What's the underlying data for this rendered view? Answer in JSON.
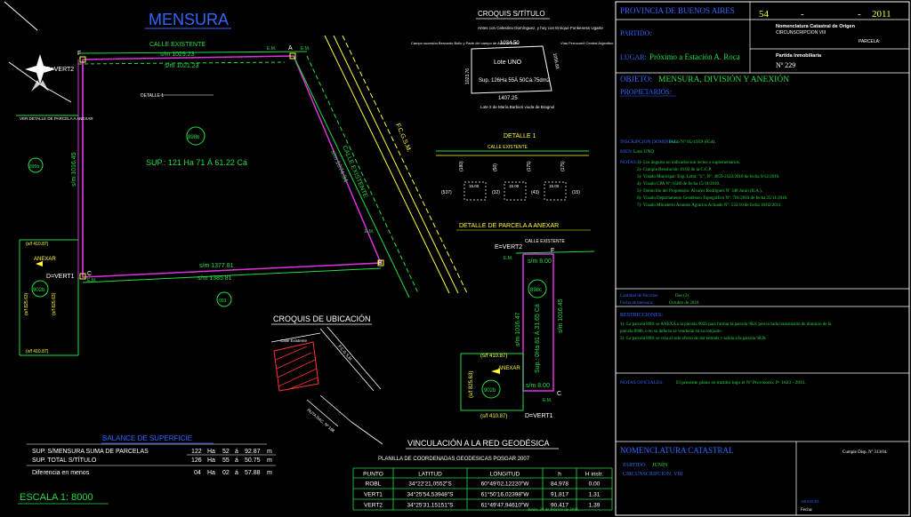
{
  "plan": {
    "title": "MENSURA",
    "street_top": "CALLE EXISTENTE",
    "dim_top_1": "s/m 1029.23",
    "dim_top_2": "s/m 1021.23",
    "dim_bottom_1": "s/m 1377.81",
    "dim_bottom_2": "s/m 1385.81",
    "dim_right_1": "s/m 1074.34",
    "dim_right_street": "CALLE EXISTENTE",
    "dim_left": "s/m 1016.45",
    "fcgb": "F.C.G.S.M.",
    "surface": "SUP.: 121 Ha 71 Á 61.22 Cá",
    "parcel_main": "898b",
    "parcel_left": "895b",
    "parcel_bottom": "903",
    "parcel_902b": "902b",
    "vertex_a": "A",
    "vertex_b": "B",
    "vertex_c": "C",
    "vertex_d": "D=VERT1",
    "vertex_e": "E=VERT2",
    "vertex_f": "F",
    "em": "E.M.",
    "anexar": "ANEXAR",
    "detalle_1_tag": "DETALLE 1",
    "see_detail": "VER DETALLE DE PARCELA A ANEXAR",
    "left_dim_1": "(s/f 410.87)",
    "left_dim_2": "(s/f 825.63)",
    "left_dim_3": "(s/f 825.63)",
    "left_dim_4": "(s/f 410.87)"
  },
  "croquis_titulo": {
    "title": "CROQUIS S/TÍTULO",
    "top_note": "Antes con Celestino Domínguez, y hoy con Enrique Fonkeness Ugarte",
    "left_note": "Campo sucesión Bernardo Bollo y Parte del campo de Antonio Bollo",
    "right_note": "Vías Ferrocarril Central Argentino",
    "bottom_note": "Lote 2 de María Barbieri viuda de Bragnol",
    "lote": "Lote UNO",
    "sup": "Sup. 126Ha 55Á 50Cá.75dm2",
    "dim_top": "1034.50",
    "dim_bottom": "1407.25",
    "dim_left": "1023.76",
    "dim_right": "1056.83"
  },
  "detalle_1": {
    "title": "DETALLE 1",
    "street": "CALLE EXISTENTE",
    "labels": [
      "(537)",
      "(32)",
      "(43)",
      "(15)"
    ],
    "vals": [
      "(180)",
      "(50)",
      "(175)",
      "(175)"
    ],
    "nums": [
      "15.00",
      "15.00",
      "15.00"
    ]
  },
  "detalle_anexar": {
    "title": "DETALLE DE PARCELA A ANEXAR",
    "street": "CALLE EXISTENTE",
    "parcel": "898c",
    "parcel_902b": "902b",
    "dim_top": "s/m 8.00",
    "dim_bottom": "s/m 8.00",
    "dim_left": "s/m 1016.47",
    "dim_right": "s/m 1016.45",
    "sup": "Sup.: 0Ha 81 Á 31.65 Cá",
    "left_1": "(s/f 410.87)",
    "left_2": "(s/f 825.63)",
    "left_3": "(s/f 410.87)",
    "anexar": "ANEXAR",
    "vertex_e": "E=VERT2",
    "vertex_d": "D=VERT1",
    "vertex_c": "C",
    "vertex_f": "F",
    "em": "E.M."
  },
  "ubicacion": {
    "title": "CROQUIS DE UBICACIÓN",
    "calle": "Calle Existente",
    "ruta": "RUTA NAC. Nº 188",
    "fcgsm": "F.C.G.S.M."
  },
  "balance": {
    "title": "BALANCE DE SUPERFICIE",
    "rows": [
      {
        "label": "SUP. S/MENSURA SUMA DE PARCELAS",
        "ha": "122",
        "a": "52",
        "ca": "92.87"
      },
      {
        "label": "SUP. TOTAL S/TÍTULO",
        "ha": "126",
        "a": "55",
        "ca": "50.75"
      },
      {
        "label": "Diferencia en menos",
        "ha": "04",
        "a": "02",
        "ca": "57.88"
      }
    ],
    "u_ha": "Ha",
    "u_a": "á",
    "u_m": "m",
    "escala": "ESCALA 1: 8000"
  },
  "geodesia": {
    "title": "VINCULACIÓN A LA RED GEODÉSICA",
    "subtitle": "PLANILLA DE COORDENADAS GEODESICAS POSGAR 2007",
    "headers": [
      "PUNTO",
      "LATITUD",
      "LONGITUD",
      "h",
      "H instr."
    ],
    "rows": [
      [
        "ROBL",
        "34°22'21,0552\"S",
        "60°49'02,12220\"W",
        "84,978",
        "0,00"
      ],
      [
        "VERT1",
        "34°25'54,53948\"S",
        "61°50'16,02398\"W",
        "91,817",
        "1,31"
      ],
      [
        "VERT2",
        "34°25'31,15151\"S",
        "61°49'47,94610\"W",
        "90,417",
        "1,39"
      ]
    ],
    "fecha_firma": "Junín, 24 de febrero de 2011."
  },
  "panel": {
    "provincia": "PROVINCIA DE BUENOS AIRES",
    "num_1": "54",
    "num_sep": "-",
    "num_sep2": "-",
    "num_year": "2011",
    "nom_origen": "Nomenclatura Catastral de Origen",
    "circ": "CIRCUNSCRIPCION VIII",
    "parcela": "PARCELA:",
    "partido_label": "PARTIDO:",
    "lugar_label": "LUGAR:",
    "lugar": "Próximo a Estación A. Roca",
    "partida_label": "Partida Inmobiliaria",
    "partida": "Nº 229",
    "objeto_label": "OBJETO:",
    "objeto": "MENSURA, DIVISIÓN Y ANEXIÓN",
    "propietarios": "PROPIETARIOS:",
    "inscripcion_label": "INSCRIPCION DOMINIAL:",
    "inscripcion": "Folio Nº 95/1959 (054).",
    "bien_label": "BIEN:",
    "bien": "Lote UNO",
    "notas_label": "NOTAS:",
    "notas": [
      "1)- Los ángulos no indicados son rectos o suplementarios.",
      "2)- Cumple Resolución 16/92 de la C.C.P.",
      "3)- Visado Municipal: Exp. Letra: \"L\", Nº: 4059-2522/2010 de fecha 9/12/2010.",
      "4)- Visado CPA Nº: 6580 de fecha 15/11/2010.",
      "5)- Domicilio del Propietario: Alvarez Rodriguez Nº 348 Junín (B.A.).",
      "6)- Visado Departamento Geodésico Topográfico Nº: 701/2010 de fecha 25/11/2010.",
      "7)- Visado Ministerio Asuntos Agrarios Actuado Nº: 532/10 de fecha 18/02/2011."
    ],
    "cantidad_label": "Cantidad de Parcelas:",
    "cantidad": "Dos (2)",
    "fecha_mensura_label": "Fecha de mensura:",
    "fecha_mensura": "Octubre de 2010.",
    "restricciones_label": "RESTRICCIONES:",
    "restricciones": [
      "1)- La parcela 898c se ANEXA a la parcela 902b para formar la parcela 902c previo toda transmisión de dominio de la",
      "     parcela 898b, o en su defecto se venderán en su conjunto.",
      "2)- La parcela 898c se crea al solo efecto de dar entrada y salida a la parcela 902b."
    ],
    "notas_oficiales_label": "NOTAS OFICIALES:",
    "notas_oficiales": "El presente plano se tramitó bajo el Nº Provisorio: P- 1623 - 2011.",
    "nom_catastral": "NOMENCLATURA CATASTRAL",
    "partido_2_label": "PARTIDO:",
    "partido_2": "JUNÍN",
    "circ_2": "CIRCUNSCRIPCION: VIII",
    "cumple": "Cumple Disp. Nº 313/04.",
    "aranceles": "ARANCEL",
    "fecha": "Fecha:"
  },
  "colors": {
    "yellow": "#ffff33",
    "green": "#22dd44",
    "blue": "#3366ff",
    "magenta": "#dd33dd",
    "white": "#ffffff",
    "red": "#ff3333",
    "cyan": "#33dddd"
  }
}
